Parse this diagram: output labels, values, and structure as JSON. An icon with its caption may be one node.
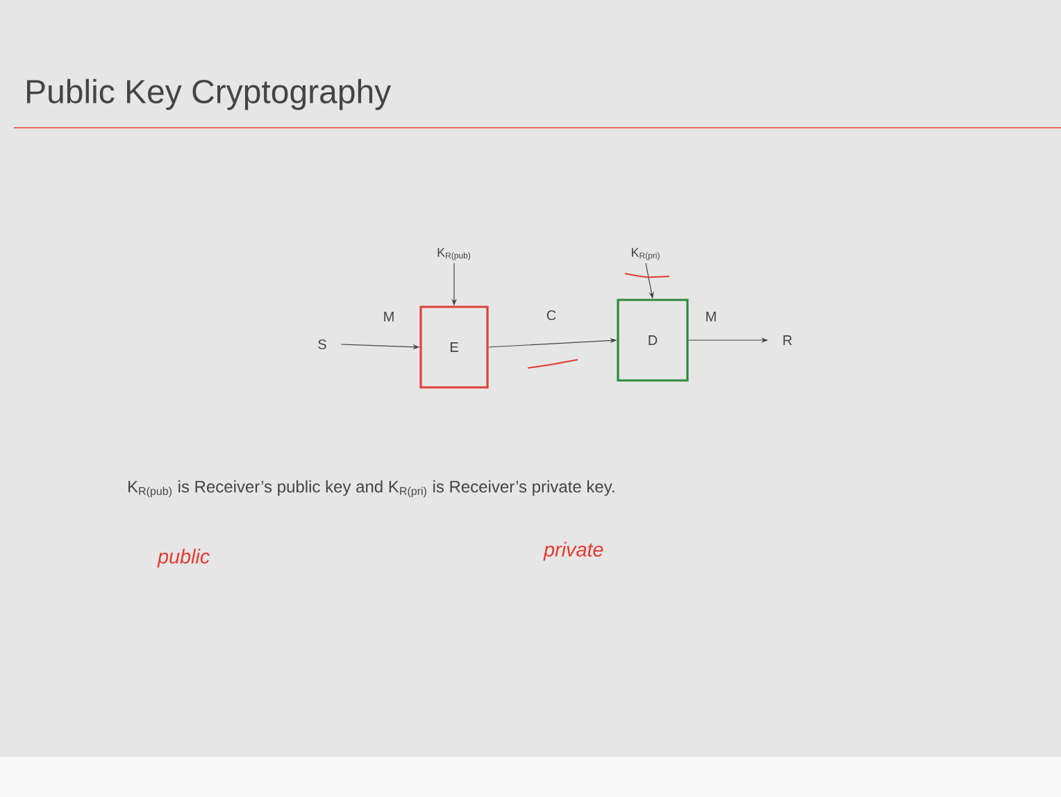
{
  "diagram": {
    "title": "Public Key Cryptography",
    "nodes": [
      {
        "text": [
          "S"
        ]
      },
      {
        "text": [
          "E"
        ]
      },
      {
        "text": [
          "D"
        ]
      },
      {
        "text": [
          "R"
        ]
      },
      {
        "text": [
          "K$_{R(pub)}$"
        ]
      },
      {
        "text": [
          "K$_{R(pri)}$"
        ]
      }
    ],
    "edges": [
      {
        "from": 0,
        "to": 1,
        "arrow": "to",
        "label": "M"
      },
      {
        "from": 1,
        "to": 2,
        "arrow": "to",
        "label": "C"
      },
      {
        "from": 2,
        "to": 3,
        "arrow": "to",
        "label": "M"
      },
      {
        "from": 4,
        "to": 1,
        "arrow": "to"
      },
      {
        "from": 5,
        "to": 2,
        "arrow": "to"
      }
    ],
    "labels": [
      "K$_{R(pub)}$ is Receiver’s public key and K$_{R(pri)}$ is Receiver’s private key.",
      "public",
      "private"
    ]
  }
}
